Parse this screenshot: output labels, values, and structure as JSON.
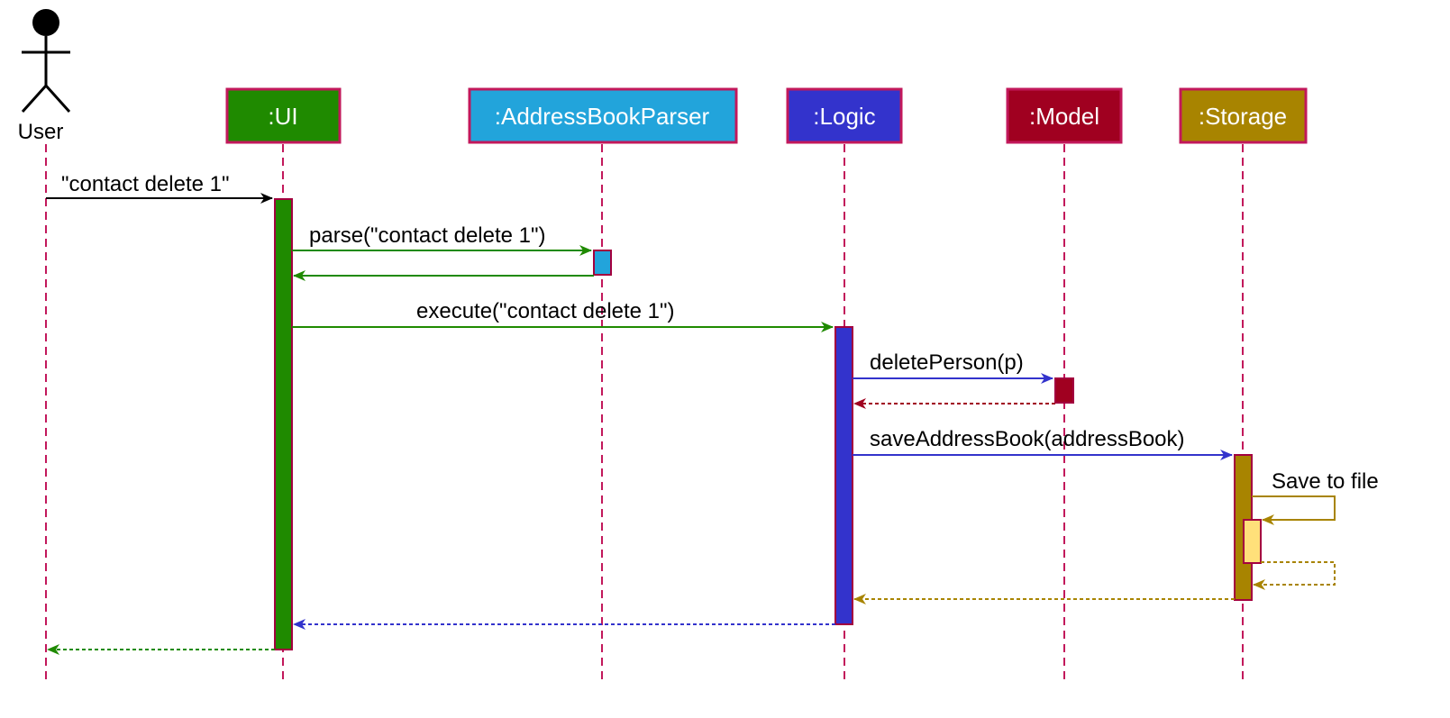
{
  "actor": {
    "label": "User"
  },
  "participants": [
    {
      "key": "ui",
      "label": ":UI",
      "color": "#1f8a00"
    },
    {
      "key": "parser",
      "label": ":AddressBookParser",
      "color": "#22a4db"
    },
    {
      "key": "logic",
      "label": ":Logic",
      "color": "#3333cc"
    },
    {
      "key": "model",
      "label": ":Model",
      "color": "#a00020"
    },
    {
      "key": "storage",
      "label": ":Storage",
      "color": "#a88400"
    }
  ],
  "messages": {
    "m1": "\"contact delete 1\"",
    "m2": "parse(\"contact delete 1\")",
    "m3": "execute(\"contact delete 1\")",
    "m4": "deletePerson(p)",
    "m5": "saveAddressBook(addressBook)",
    "m6": "Save to file"
  },
  "colors": {
    "lifeline": "#c2185b",
    "user_arrow": "#000000",
    "ui_arrow": "#1f8a00",
    "logic_arrow": "#3333cc",
    "model_arrow": "#a00020",
    "storage_arrow": "#a88400",
    "nested_activation": "#ffe07a"
  }
}
